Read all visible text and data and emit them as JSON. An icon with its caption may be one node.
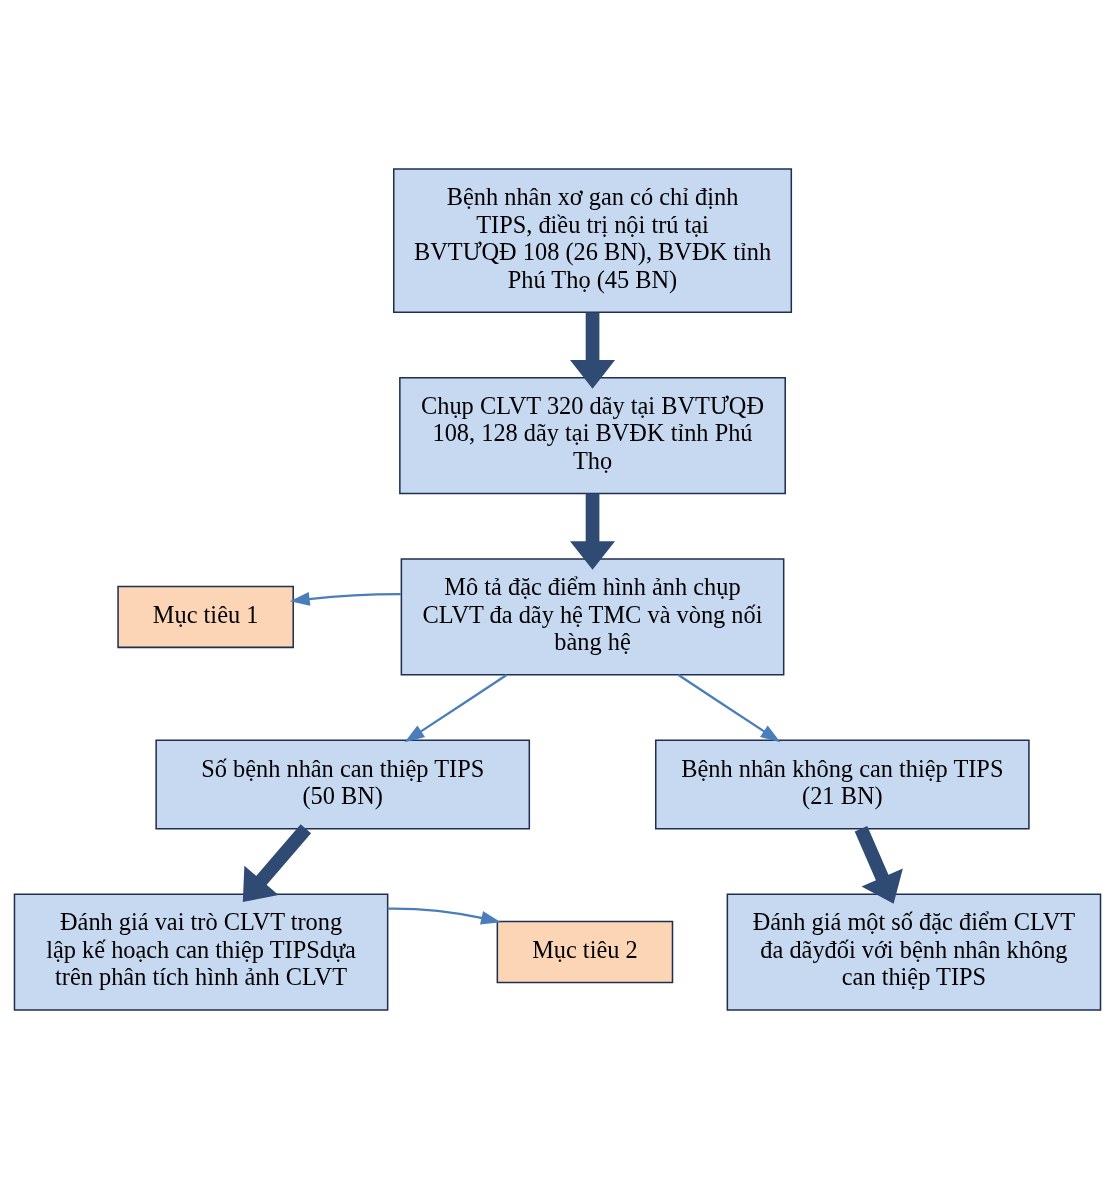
{
  "diagram": {
    "nodes": [
      {
        "text": [
          "Bệnh nhân xơ gan có chỉ định TIPS, điều trị nội trú tại BVTƯQĐ 108 (26 BN), BVĐK tỉnh Phú Thọ (45 BN)"
        ]
      },
      {
        "text": [
          "Chụp CLVT 320 dãy tại BVTƯQĐ 108, 128 dãy tại BVĐK tỉnh Phú Thọ"
        ]
      },
      {
        "text": [
          "Mục tiêu 1"
        ]
      },
      {
        "text": [
          "Mô tả đặc điểm hình ảnh chụp CLVT đa dãy hệ TMC và vòng nối bàng hệ"
        ]
      },
      {
        "text": [
          "Số bệnh nhân can thiệp TIPS (50 BN)"
        ]
      },
      {
        "text": [
          "Bệnh nhân không can thiệp TIPS (21 BN)"
        ]
      },
      {
        "text": [
          "Mục tiêu 2"
        ]
      },
      {
        "text": [
          "Đánh giá vai trò CLVT trong lập kế hoạch can thiệp TIPSdựa trên phân tích hình ảnh CLVT"
        ]
      },
      {
        "text": [
          "Đánh giá một số đặc điểm CLVT đa dãyđối với bệnh nhân không can thiệp TIPS"
        ]
      }
    ],
    "edges": [
      {
        "from": 0,
        "to": 1,
        "arrow": "to",
        "style": "thick"
      },
      {
        "from": 1,
        "to": 3,
        "arrow": "to",
        "style": "thick"
      },
      {
        "from": 3,
        "to": 2,
        "arrow": "to",
        "color": "#4a7ebb"
      },
      {
        "from": 3,
        "to": 4,
        "arrow": "to",
        "color": "#4a7ebb"
      },
      {
        "from": 3,
        "to": 5,
        "arrow": "to",
        "color": "#4a7ebb"
      },
      {
        "from": 4,
        "to": 7,
        "arrow": "to",
        "style": "thick"
      },
      {
        "from": 5,
        "to": 8,
        "arrow": "to",
        "style": "thick"
      },
      {
        "from": 7,
        "to": 6,
        "arrow": "to",
        "color": "#4a7ebb"
      }
    ]
  }
}
